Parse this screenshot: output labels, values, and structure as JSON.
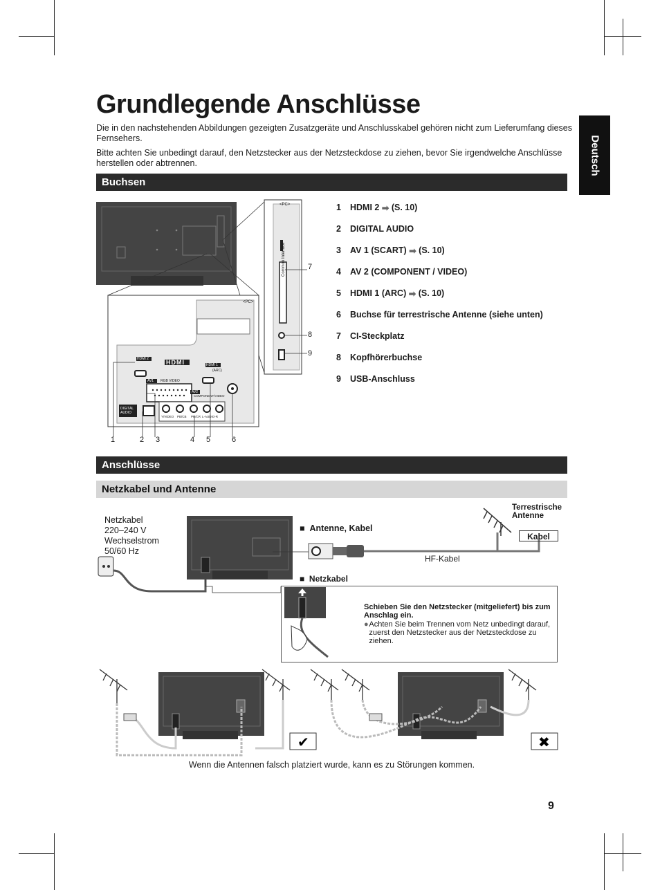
{
  "title": "Grundlegende Anschlüsse",
  "intro": [
    "Die in den nachstehenden Abbildungen gezeigten Zusatzgeräte und Anschlusskabel gehören nicht zum Lieferumfang dieses Fernsehers.",
    "Bitte achten Sie unbedingt darauf, den Netzstecker aus der Netzsteckdose zu ziehen, bevor Sie irgendwelche Anschlüsse herstellen oder abtrennen."
  ],
  "language_tab": "Deutsch",
  "section_buchsen": "Buchsen",
  "ports": [
    {
      "num": "1",
      "label": "HDMI 2",
      "ref": "(S. 10)"
    },
    {
      "num": "2",
      "label": " DIGITAL AUDIO",
      "ref": ""
    },
    {
      "num": "3",
      "label": "AV 1 (SCART)",
      "ref": "(S. 10)"
    },
    {
      "num": "4",
      "label": "AV 2 (COMPONENT / VIDEO)",
      "ref": ""
    },
    {
      "num": "5",
      "label": "HDMI 1 (ARC)",
      "ref": "(S. 10)"
    },
    {
      "num": "6",
      "label": "Buchse für terrestrische Antenne (siehe unten)",
      "ref": ""
    },
    {
      "num": "7",
      "label": "CI-Steckplatz",
      "ref": ""
    },
    {
      "num": "8",
      "label": "Kopfhörerbuchse",
      "ref": ""
    },
    {
      "num": "9",
      "label": "USB-Anschluss",
      "ref": ""
    }
  ],
  "panel": {
    "pc_label": "<PC>",
    "common_interface": "Common Interface",
    "hdmi2": "HDMI 2",
    "hdmi1": "HDMI 1",
    "hdmi_logo": "HDMI",
    "arc": "(ARC)",
    "av1": "AV1",
    "rgb_video": "RGB  VIDEO",
    "av2": "AV2",
    "component_video": "COMPONENT/VIDEO",
    "digital_audio": "DIGITAL AUDIO",
    "jacks": [
      "Y/VIDEO",
      "PB/CB",
      "PR/CR",
      "L-AUDIO-R"
    ],
    "callouts_bottom": [
      "1",
      "2",
      "3",
      "4",
      "5",
      "6"
    ],
    "callouts_side": [
      "7",
      "8",
      "9"
    ]
  },
  "section_anschluesse": "Anschlüsse",
  "sub_netzkabel_antenne": "Netzkabel und Antenne",
  "power_spec": [
    "Netzkabel",
    "220–240 V",
    "Wechselstrom",
    "50/60 Hz"
  ],
  "antenne_kabel": "Antenne, Kabel",
  "netzkabel": "Netzkabel",
  "terrestrial_antenna": [
    "Terrestrische",
    "Antenne"
  ],
  "kabel": "Kabel",
  "hf_kabel": "HF-Kabel",
  "plug_instruction": "Schieben Sie den Netzstecker (mitgeliefert) bis zum Anschlag ein.",
  "plug_bullet": "Achten Sie beim Trennen vom Netz unbedingt darauf, zuerst den Netzstecker aus der Netzsteckdose zu ziehen.",
  "caption": "Wenn die Antennen falsch platziert wurde, kann es zu Störungen kommen.",
  "page_number": "9",
  "colors": {
    "bar": "#2b2b2b",
    "subbar": "#d6d6d6",
    "tv": "#444444"
  }
}
